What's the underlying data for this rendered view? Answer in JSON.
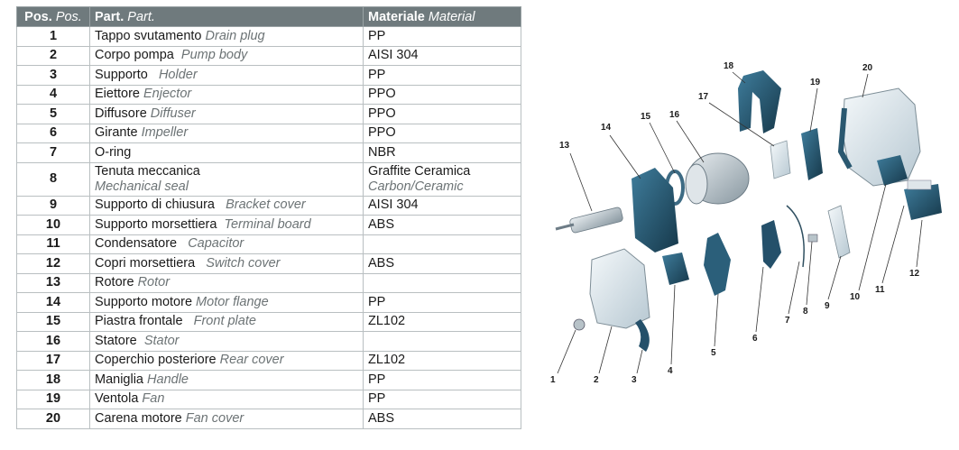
{
  "table": {
    "headers": {
      "pos": "Pos.",
      "pos_en": "Pos.",
      "part": "Part.",
      "part_en": "Part.",
      "material": "Materiale",
      "material_en": "Material"
    },
    "rows": [
      {
        "pos": "1",
        "it": "Tappo svutamento",
        "en": "Drain plug",
        "mat": "PP"
      },
      {
        "pos": "2",
        "it": "Corpo pompa",
        "en": "Pump body",
        "mat": "AISI 304"
      },
      {
        "pos": "3",
        "it": "Supporto",
        "en": "Holder",
        "mat": "PP"
      },
      {
        "pos": "4",
        "it": "Eiettore",
        "en": "Enjector",
        "mat": "PPO"
      },
      {
        "pos": "5",
        "it": "Diffusore",
        "en": "Diffuser",
        "mat": "PPO"
      },
      {
        "pos": "6",
        "it": "Girante",
        "en": "Impeller",
        "mat": "PPO"
      },
      {
        "pos": "7",
        "it": "O-ring",
        "en": "",
        "mat": "NBR"
      },
      {
        "pos": "8",
        "it": "Tenuta meccanica",
        "en": "Mechanical seal",
        "mat": "Graffite Ceramica",
        "mat_en": "Carbon/Ceramic"
      },
      {
        "pos": "9",
        "it": "Supporto di chiusura",
        "en": "Bracket cover",
        "mat": "AISI 304"
      },
      {
        "pos": "10",
        "it": "Supporto morsettiera",
        "en": "Terminal board",
        "mat": "ABS"
      },
      {
        "pos": "11",
        "it": "Condensatore",
        "en": "Capacitor",
        "mat": ""
      },
      {
        "pos": "12",
        "it": "Copri morsettiera",
        "en": "Switch cover",
        "mat": "ABS"
      },
      {
        "pos": "13",
        "it": "Rotore",
        "en": "Rotor",
        "mat": ""
      },
      {
        "pos": "14",
        "it": "Supporto motore",
        "en": "Motor flange",
        "mat": "PP"
      },
      {
        "pos": "15",
        "it": "Piastra frontale",
        "en": "Front plate",
        "mat": "ZL102"
      },
      {
        "pos": "16",
        "it": "Statore",
        "en": "Stator",
        "mat": ""
      },
      {
        "pos": "17",
        "it": "Coperchio posteriore",
        "en": "Rear cover",
        "mat": "ZL102"
      },
      {
        "pos": "18",
        "it": "Maniglia",
        "en": "Handle",
        "mat": "PP"
      },
      {
        "pos": "19",
        "it": "Ventola",
        "en": "Fan",
        "mat": "PP"
      },
      {
        "pos": "20",
        "it": "Carena motore",
        "en": "Fan cover",
        "mat": "ABS"
      }
    ]
  },
  "diagram": {
    "callouts": [
      "1",
      "2",
      "3",
      "4",
      "5",
      "6",
      "7",
      "8",
      "9",
      "10",
      "11",
      "12",
      "13",
      "14",
      "15",
      "16",
      "17",
      "18",
      "19",
      "20"
    ]
  }
}
